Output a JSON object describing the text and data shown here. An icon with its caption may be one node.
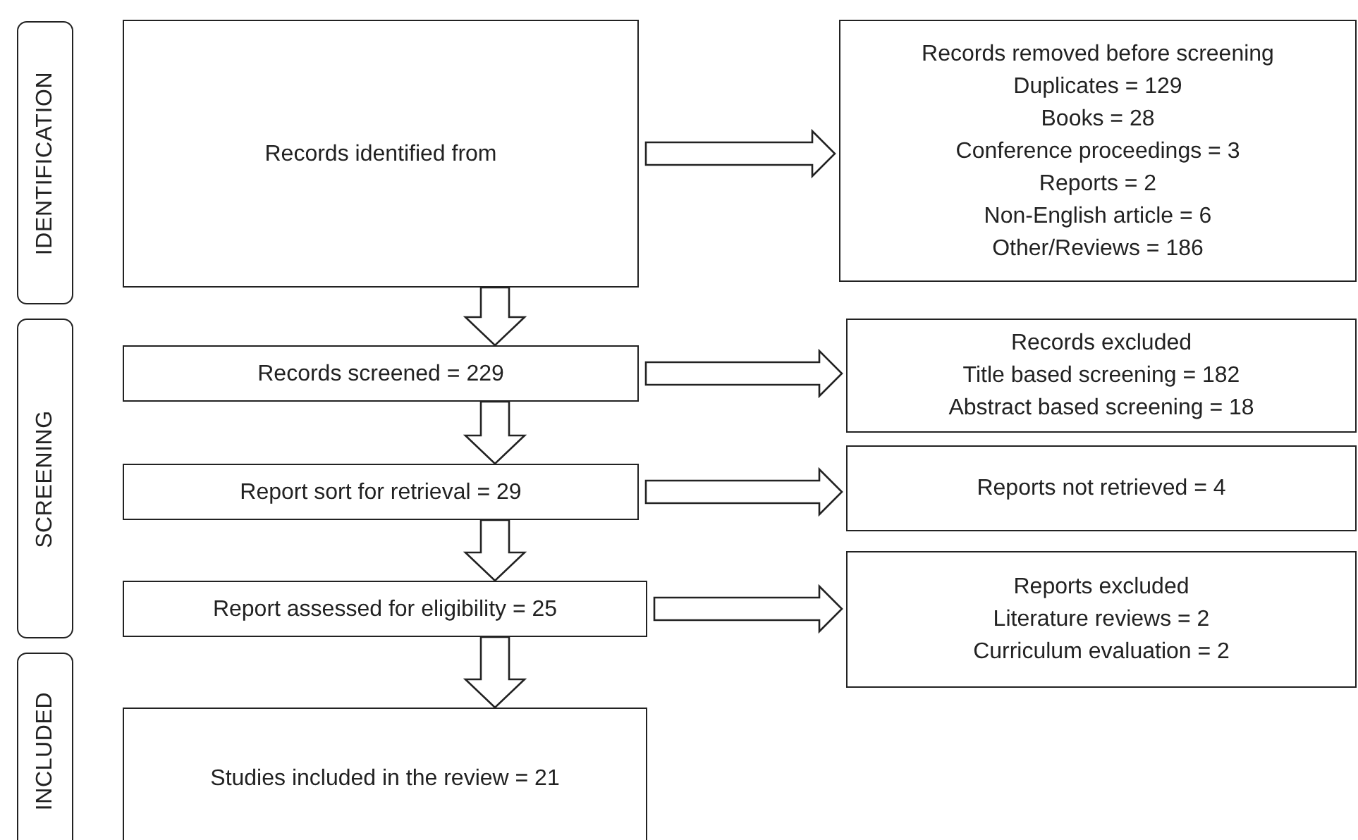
{
  "diagram": {
    "nodes": [
      {
        "text": [
          "IDENTIFICATION"
        ]
      },
      {
        "text": [
          "Records identified from"
        ]
      },
      {
        "text": [
          "Records removed before screening",
          "Duplicates = 129",
          "Books = 28",
          "Conference proceedings = 3",
          "Reports = 2",
          "Non-English article = 6",
          "Other/Reviews = 186"
        ]
      },
      {
        "text": [
          "SCREENING"
        ]
      },
      {
        "text": [
          "Records screened = 229"
        ]
      },
      {
        "text": [
          "Records excluded",
          "Title based screening = 182",
          "Abstract based screening = 18"
        ]
      },
      {
        "text": [
          "Report sort for retrieval = 29"
        ]
      },
      {
        "text": [
          "Reports not retrieved = 4"
        ]
      },
      {
        "text": [
          "Report assessed for eligibility = 25"
        ]
      },
      {
        "text": [
          "Reports excluded",
          "Literature reviews = 2",
          "Curriculum evaluation = 2"
        ]
      },
      {
        "text": [
          "INCLUDED"
        ]
      },
      {
        "text": [
          "Studies included in the review = 21"
        ]
      }
    ],
    "edges": [
      {
        "from": 1,
        "to": 2,
        "arrow": "to"
      },
      {
        "from": 1,
        "to": 4,
        "arrow": "to"
      },
      {
        "from": 4,
        "to": 5,
        "arrow": "to"
      },
      {
        "from": 4,
        "to": 6,
        "arrow": "to"
      },
      {
        "from": 6,
        "to": 7,
        "arrow": "to"
      },
      {
        "from": 6,
        "to": 8,
        "arrow": "to"
      },
      {
        "from": 8,
        "to": 9,
        "arrow": "to"
      },
      {
        "from": 8,
        "to": 11,
        "arrow": "to"
      }
    ]
  }
}
